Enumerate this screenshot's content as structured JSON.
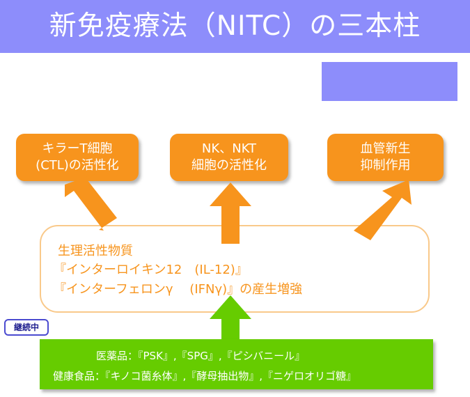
{
  "title": "新免疫療法（NITC）の三本柱",
  "effects": [
    {
      "line1": "キラーT細胞",
      "line2": "(CTL)の活性化"
    },
    {
      "line1": "NK、NKT",
      "line2": "細胞の活性化"
    },
    {
      "line1": "血管新生",
      "line2": "抑制作用"
    }
  ],
  "bio": {
    "line1": "生理活性物質",
    "line2": "『インターロイキン12　(IL-12)』",
    "line3": "『インターフェロンγ　 (IFNγ)』の産生増強"
  },
  "badge": "継続中",
  "products": {
    "line1": "医薬品：『PSK』,『SPG』,『ピシバニール』",
    "line2": "健康食品：『キノコ菌糸体』,『酵母抽出物』,『ニゲロオリゴ糖』"
  },
  "colors": {
    "title_bar": "#8d8dfb",
    "effect_box": "#f7941d",
    "arrow_orange": "#f7941d",
    "arrow_green": "#66cc00",
    "product_box": "#66cc00",
    "bio_border": "#f9c98a",
    "badge_border": "#4b4bd0"
  }
}
